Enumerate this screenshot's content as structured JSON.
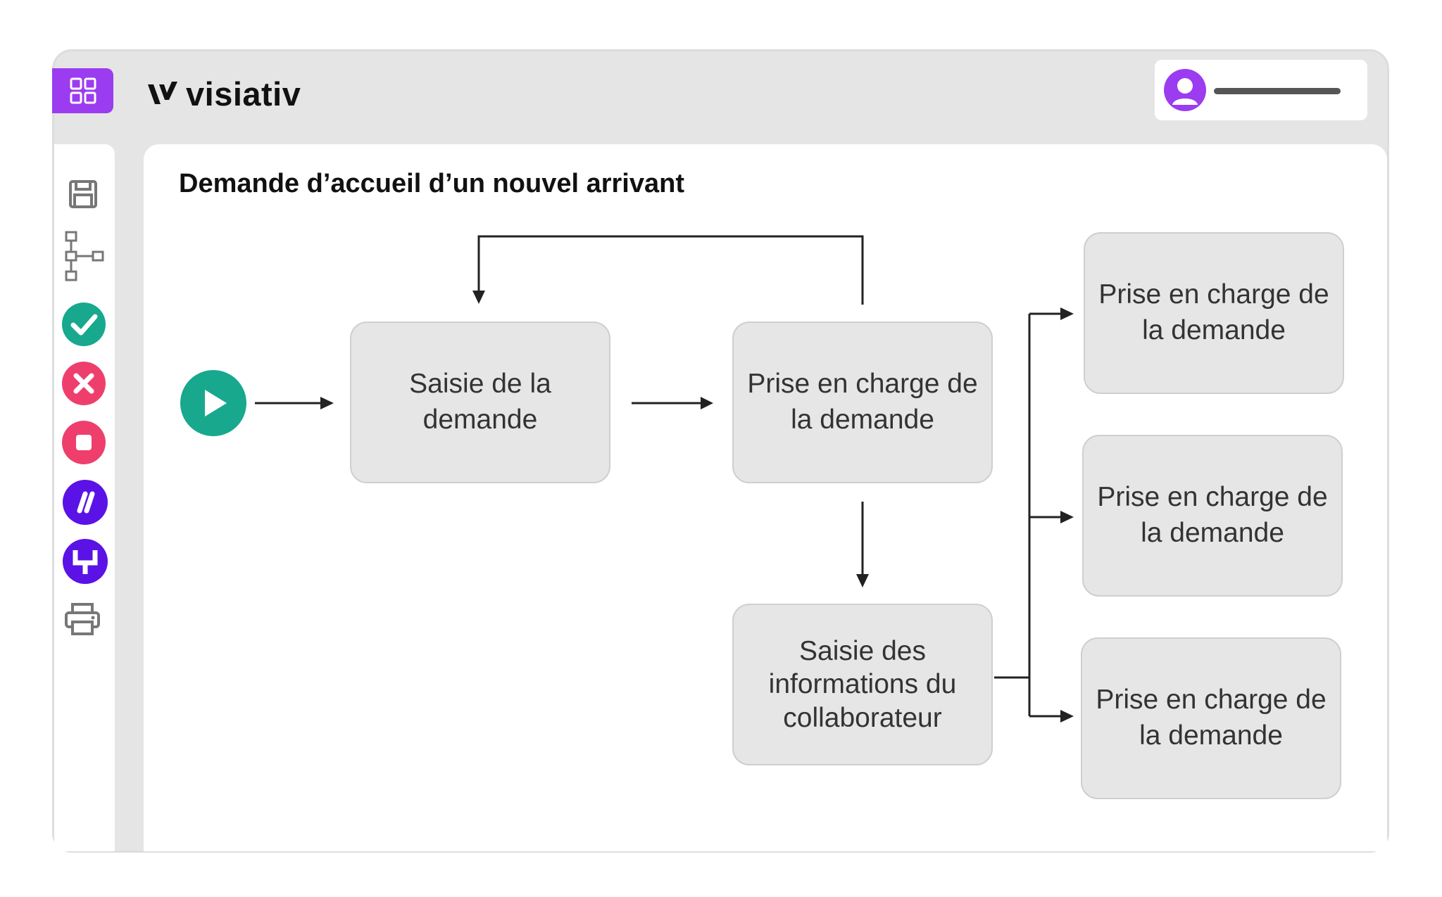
{
  "app": {
    "brand": "visiativ",
    "accent_color": "#9b3cf0"
  },
  "header": {
    "apps_icon": "grid-icon",
    "user_icon": "user-avatar-icon"
  },
  "sidebar": {
    "tools": [
      {
        "name": "save",
        "icon": "save-icon"
      },
      {
        "name": "workflow",
        "icon": "hierarchy-icon"
      },
      {
        "name": "accept",
        "icon": "check-circle-icon",
        "color": "#17a88d"
      },
      {
        "name": "reject",
        "icon": "close-circle-icon",
        "color": "#ee3f6c"
      },
      {
        "name": "stop",
        "icon": "stop-circle-icon",
        "color": "#ee3f6c"
      },
      {
        "name": "visiativ-action",
        "icon": "slashes-icon",
        "color": "#5b12e6"
      },
      {
        "name": "branch",
        "icon": "fork-icon",
        "color": "#5b12e6"
      },
      {
        "name": "print",
        "icon": "print-icon"
      }
    ]
  },
  "main": {
    "title": "Demande d’accueil d’un nouvel arrivant",
    "start_color": "#17a88d",
    "nodes": {
      "saisie_demande": "Saisie de la demande",
      "prise_en_charge_main": "Prise en charge de la demande",
      "saisie_infos": "Saisie des informations du collaborateur",
      "prise_en_charge_1": "Prise en charge de la demande",
      "prise_en_charge_2": "Prise en charge de la demande",
      "prise_en_charge_3": "Prise en charge de la demande"
    }
  }
}
